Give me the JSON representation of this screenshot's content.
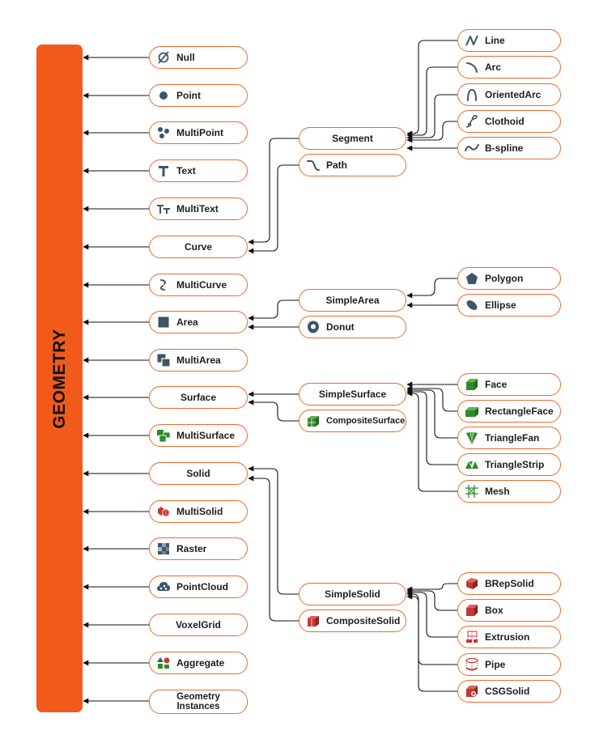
{
  "root": {
    "label": "GEOMETRY"
  },
  "nodes": {
    "null": {
      "label": "Null",
      "icon": "null-set-icon"
    },
    "point": {
      "label": "Point",
      "icon": "point-icon"
    },
    "multipoint": {
      "label": "MultiPoint",
      "icon": "multipoint-icon"
    },
    "text": {
      "label": "Text",
      "icon": "text-icon"
    },
    "multitext": {
      "label": "MultiText",
      "icon": "multitext-icon"
    },
    "curve": {
      "label": "Curve"
    },
    "multicurve": {
      "label": "MultiCurve",
      "icon": "multicurve-icon"
    },
    "area": {
      "label": "Area",
      "icon": "area-icon"
    },
    "multiarea": {
      "label": "MultiArea",
      "icon": "multiarea-icon"
    },
    "surface": {
      "label": "Surface"
    },
    "multisurface": {
      "label": "MultiSurface",
      "icon": "multisurface-icon"
    },
    "solid": {
      "label": "Solid"
    },
    "multisolid": {
      "label": "MultiSolid",
      "icon": "multisolid-icon"
    },
    "raster": {
      "label": "Raster",
      "icon": "raster-icon"
    },
    "pointcloud": {
      "label": "PointCloud",
      "icon": "pointcloud-icon"
    },
    "voxelgrid": {
      "label": "VoxelGrid"
    },
    "aggregate": {
      "label": "Aggregate",
      "icon": "aggregate-icon"
    },
    "geometryinstances": {
      "label1": "Geometry",
      "label2": "Instances"
    },
    "segment": {
      "label": "Segment"
    },
    "path": {
      "label": "Path",
      "icon": "path-icon"
    },
    "simplearea": {
      "label": "SimpleArea"
    },
    "donut": {
      "label": "Donut",
      "icon": "donut-icon"
    },
    "simplesurface": {
      "label": "SimpleSurface"
    },
    "compositesurface": {
      "label": "CompositeSurface",
      "icon": "compositesurface-icon"
    },
    "simplesolid": {
      "label": "SimpleSolid"
    },
    "compositesolid": {
      "label": "CompositeSolid",
      "icon": "compositesolid-icon"
    },
    "line": {
      "label": "Line",
      "icon": "line-icon"
    },
    "arc": {
      "label": "Arc",
      "icon": "arc-icon"
    },
    "orientedarc": {
      "label": "OrientedArc",
      "icon": "orientedarc-icon"
    },
    "clothoid": {
      "label": "Clothoid",
      "icon": "clothoid-icon"
    },
    "bspline": {
      "label": "B-spline",
      "icon": "bspline-icon"
    },
    "polygon": {
      "label": "Polygon",
      "icon": "polygon-icon"
    },
    "ellipse": {
      "label": "Ellipse",
      "icon": "ellipse-icon"
    },
    "face": {
      "label": "Face",
      "icon": "face-icon"
    },
    "rectangleface": {
      "label": "RectangleFace",
      "icon": "rectangleface-icon"
    },
    "trianglefan": {
      "label": "TriangleFan",
      "icon": "trianglefan-icon"
    },
    "trianglestrip": {
      "label": "TriangleStrip",
      "icon": "trianglestrip-icon"
    },
    "mesh": {
      "label": "Mesh",
      "icon": "mesh-icon"
    },
    "brepsolid": {
      "label": "BRepSolid",
      "icon": "brepsolid-icon"
    },
    "box": {
      "label": "Box",
      "icon": "box-icon"
    },
    "extrusion": {
      "label": "Extrusion",
      "icon": "extrusion-icon"
    },
    "pipe": {
      "label": "Pipe",
      "icon": "pipe-icon"
    },
    "csgsolid": {
      "label": "CSGSolid",
      "icon": "csgsolid-icon"
    }
  },
  "colors": {
    "accent": "#f25a1c",
    "node_border": "#ee6a2e",
    "slate_icon": "#3d5566",
    "green_icon": "#2f8a2a",
    "red_icon": "#c7362f",
    "connector": "#111111"
  }
}
